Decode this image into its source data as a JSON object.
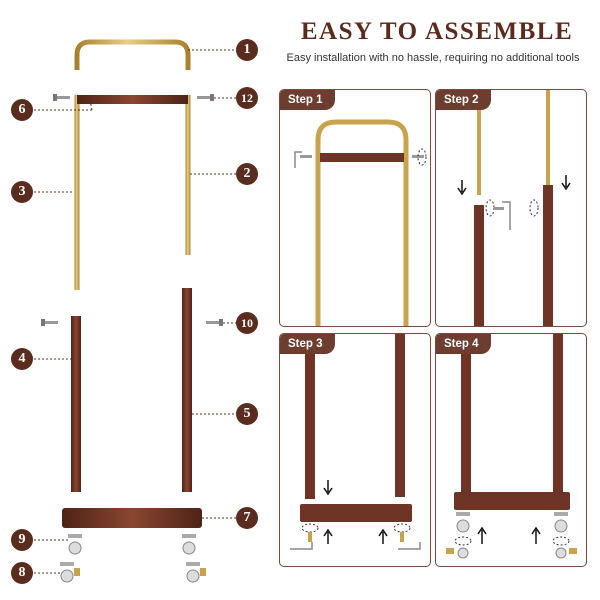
{
  "header": {
    "title": "EASY TO ASSEMBLE",
    "subtitle": "Easy installation with no hassle, requiring no additional tools"
  },
  "parts": [
    {
      "id": "1"
    },
    {
      "id": "2"
    },
    {
      "id": "3"
    },
    {
      "id": "4"
    },
    {
      "id": "5"
    },
    {
      "id": "6"
    },
    {
      "id": "7"
    },
    {
      "id": "8"
    },
    {
      "id": "9"
    },
    {
      "id": "10"
    },
    {
      "id": "12"
    }
  ],
  "steps": [
    {
      "label": "Step 1"
    },
    {
      "label": "Step 2"
    },
    {
      "label": "Step 3"
    },
    {
      "label": "Step 4"
    }
  ],
  "colors": {
    "gold": "#c9a24e",
    "wood": "#6e3426",
    "badge": "#5a2c1e",
    "panel_border": "#7a4a3c"
  }
}
